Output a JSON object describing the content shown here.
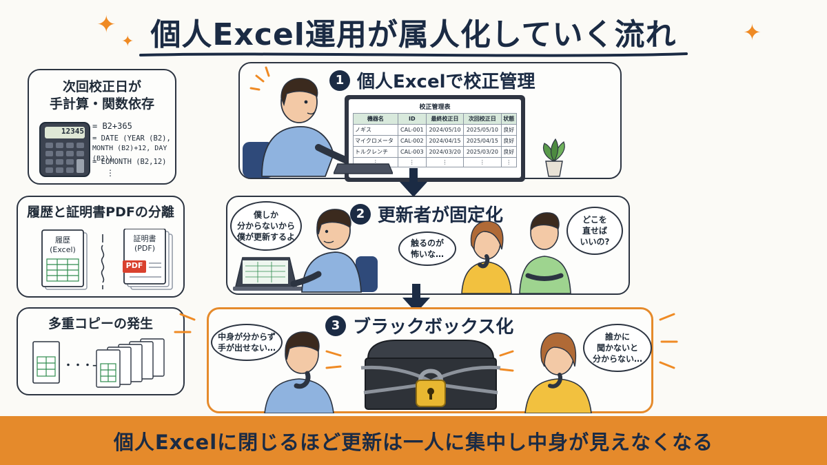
{
  "title": "個人Excel運用が属人化していく流れ",
  "colors": {
    "accent": "#e58a2b",
    "navy": "#1b2b44",
    "excel_green": "#2e8b4e",
    "pdf_red": "#d9412e"
  },
  "side_panels": [
    {
      "title": "次回校正日が\n手計算・関数依存",
      "calculator_display": "12345",
      "formulas": [
        "= B2+365",
        "= DATE (YEAR (B2),",
        "MONTH (B2)+12, DAY (B2))",
        "= EOMONTH (B2,12)",
        "⋮"
      ]
    },
    {
      "title": "履歴と証明書PDFの分離",
      "history_label": "履歴\n(Excel)",
      "cert_label": "証明書\n(PDF)",
      "pdf_badge": "PDF"
    },
    {
      "title": "多重コピーの発生",
      "dots": "・・・→"
    }
  ],
  "steps": [
    {
      "num": "1",
      "label": "個人Excelで校正管理",
      "table": {
        "title": "校正管理表",
        "headers": [
          "機器名",
          "ID",
          "最終校正日",
          "次回校正日",
          "状態"
        ],
        "rows": [
          [
            "ノギス",
            "CAL-001",
            "2024/05/10",
            "2025/05/10",
            "良好"
          ],
          [
            "マイクロメータ",
            "CAL-002",
            "2024/04/15",
            "2025/04/15",
            "良好"
          ],
          [
            "トルクレンチ",
            "CAL-003",
            "2024/03/20",
            "2025/03/20",
            "良好"
          ],
          [
            "⋮",
            "⋮",
            "⋮",
            "⋮",
            "⋮"
          ]
        ]
      }
    },
    {
      "num": "2",
      "label": "更新者が固定化",
      "bubbles": [
        "僕しか\n分からないから\n僕が更新するよ",
        "触るのが\n怖いな…",
        "どこを\n直せば\nいいの?"
      ]
    },
    {
      "num": "3",
      "label": "ブラックボックス化",
      "bubbles": [
        "中身が分からず\n手が出せない…",
        "誰かに\n聞かないと\n分からない…"
      ]
    }
  ],
  "bottom_message": "個人Excelに閉じるほど更新は一人に集中し中身が見えなくなる"
}
